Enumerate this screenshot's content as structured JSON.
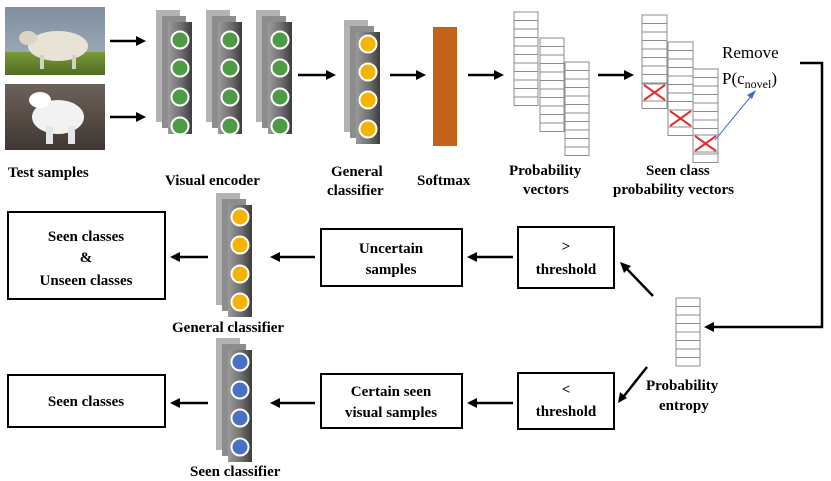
{
  "labels": {
    "test_samples": "Test samples",
    "visual_encoder": "Visual encoder",
    "general_classifier_top_1": "General",
    "general_classifier_top_2": "classifier",
    "softmax": "Softmax",
    "probability_vectors_1": "Probability",
    "probability_vectors_2": "vectors",
    "seen_class_prob_1": "Seen class",
    "seen_class_prob_2": "probability vectors",
    "remove": "Remove",
    "p_prefix": "P(c",
    "p_sub": "novel",
    "p_suffix": ")",
    "probability_entropy_1": "Probability",
    "probability_entropy_2": "entropy",
    "general_classifier_bottom": "General classifier",
    "seen_classifier": "Seen classifier"
  },
  "boxes": {
    "seen_unseen_1": "Seen classes",
    "seen_unseen_2": "&",
    "seen_unseen_3": "Unseen classes",
    "uncertain_1": "Uncertain",
    "uncertain_2": "samples",
    "gt_threshold_1": ">",
    "gt_threshold_2": "threshold",
    "seen_classes": "Seen classes",
    "certain_1": "Certain seen",
    "certain_2": "visual samples",
    "lt_threshold_1": "<",
    "lt_threshold_2": "threshold"
  },
  "colors": {
    "green_node": "#4f9a45",
    "yellow_node": "#f5b400",
    "blue_node": "#4a72c4",
    "softmax": "#c4621a",
    "cross": "#e23030",
    "thin_arrow": "#3f6fc9"
  }
}
